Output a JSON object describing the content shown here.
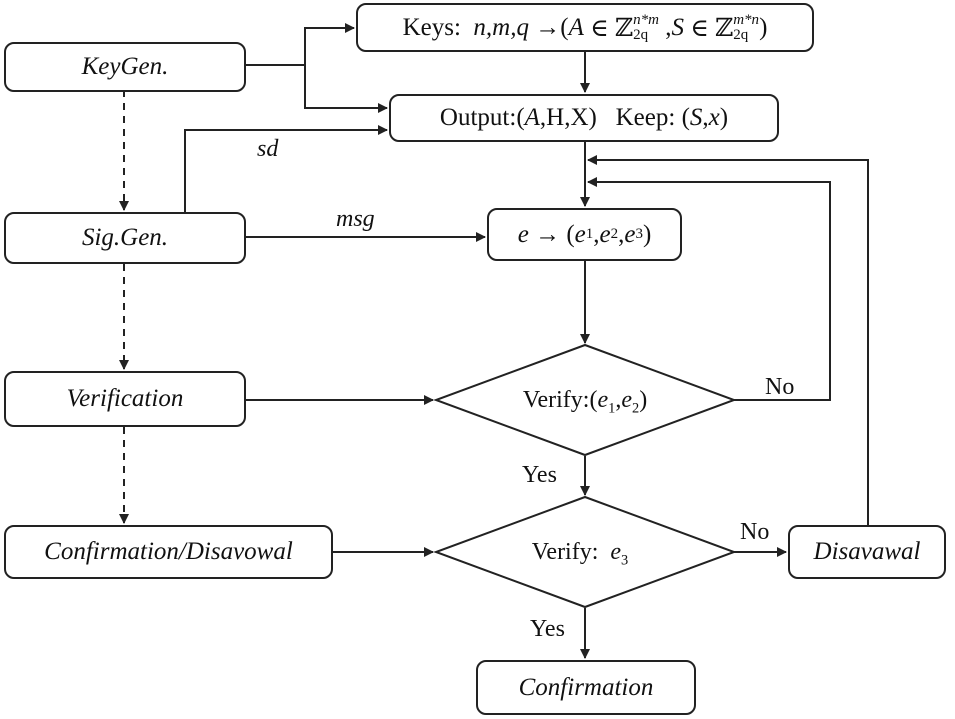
{
  "left_boxes": {
    "keygen": "KeyGen.",
    "siggen": "Sig.Gen.",
    "verification": "Verification",
    "confirmation_disavowal": "Confirmation/Disavowal"
  },
  "keys_box": {
    "label": "Keys:",
    "params": "n,m,q",
    "arrow": "→",
    "open_paren": "(",
    "A": "A",
    "in_sym": "∈",
    "Z1": "ℤ",
    "sup1": "n*m",
    "sub1": "2q",
    "comma": ",",
    "S": "S",
    "in_sym2": "∈",
    "Z2": "ℤ",
    "sup2": "m*n",
    "sub2": "2q",
    "close_paren": ")"
  },
  "output_box": {
    "output_label": "Output:",
    "output_open": "(",
    "output_A": "A",
    "output_rest": ",H,X)",
    "keep_label": "Keep:",
    "keep_open": "(",
    "keep_S": "S",
    "keep_comma": ",",
    "keep_x": "x",
    "keep_close": ")"
  },
  "e_box": {
    "e": "e",
    "arrow": "→",
    "open": "(",
    "e1": "e",
    "s1": "1",
    "e2": "e",
    "s2": "2",
    "e3": "e",
    "s3": "3",
    "close": ")"
  },
  "verify1": {
    "label": "Verify:",
    "open": "(",
    "e1": "e",
    "s1": "1",
    "e2": "e",
    "s2": "2",
    "close": ")"
  },
  "verify2": {
    "label": "Verify:",
    "e3": "e",
    "s3": "3"
  },
  "disavowal_box": "Disavawal",
  "confirmation_box": "Confirmation",
  "edge_labels": {
    "sd": "sd",
    "msg": "msg",
    "yes1": "Yes",
    "yes2": "Yes",
    "no1": "No",
    "no2": "No"
  }
}
